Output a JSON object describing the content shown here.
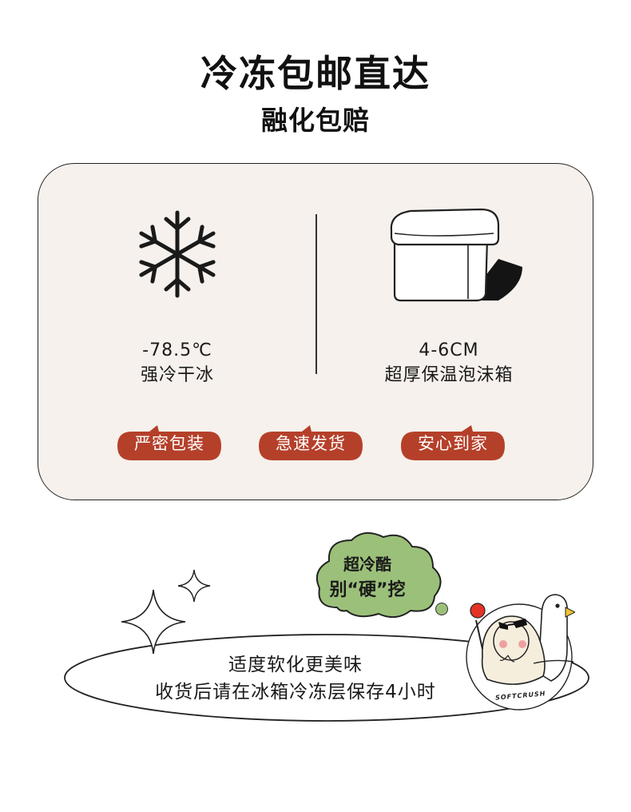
{
  "header": {
    "title": "冷冻包邮直达",
    "subtitle": "融化包赔"
  },
  "features": [
    {
      "icon": "snowflake-icon",
      "value": "-78.5℃",
      "name": "强冷干冰"
    },
    {
      "icon": "foam-box-icon",
      "value": "4-6CM",
      "name": "超厚保温泡沫箱"
    }
  ],
  "tags": [
    "严密包装",
    "急速发货",
    "安心到家"
  ],
  "cloud": {
    "line1": "超冷酷",
    "line2": "别“硬”挖"
  },
  "notice": {
    "line1": "适度软化更美味",
    "line2": "收货后请在冰箱冷冻层保存4小时"
  },
  "mascot": {
    "brand": "SOFTCRUSH"
  },
  "colors": {
    "card_bg": "#f6f1ec",
    "tag_red": "#b5402a",
    "cloud_green": "#9bc07a"
  }
}
